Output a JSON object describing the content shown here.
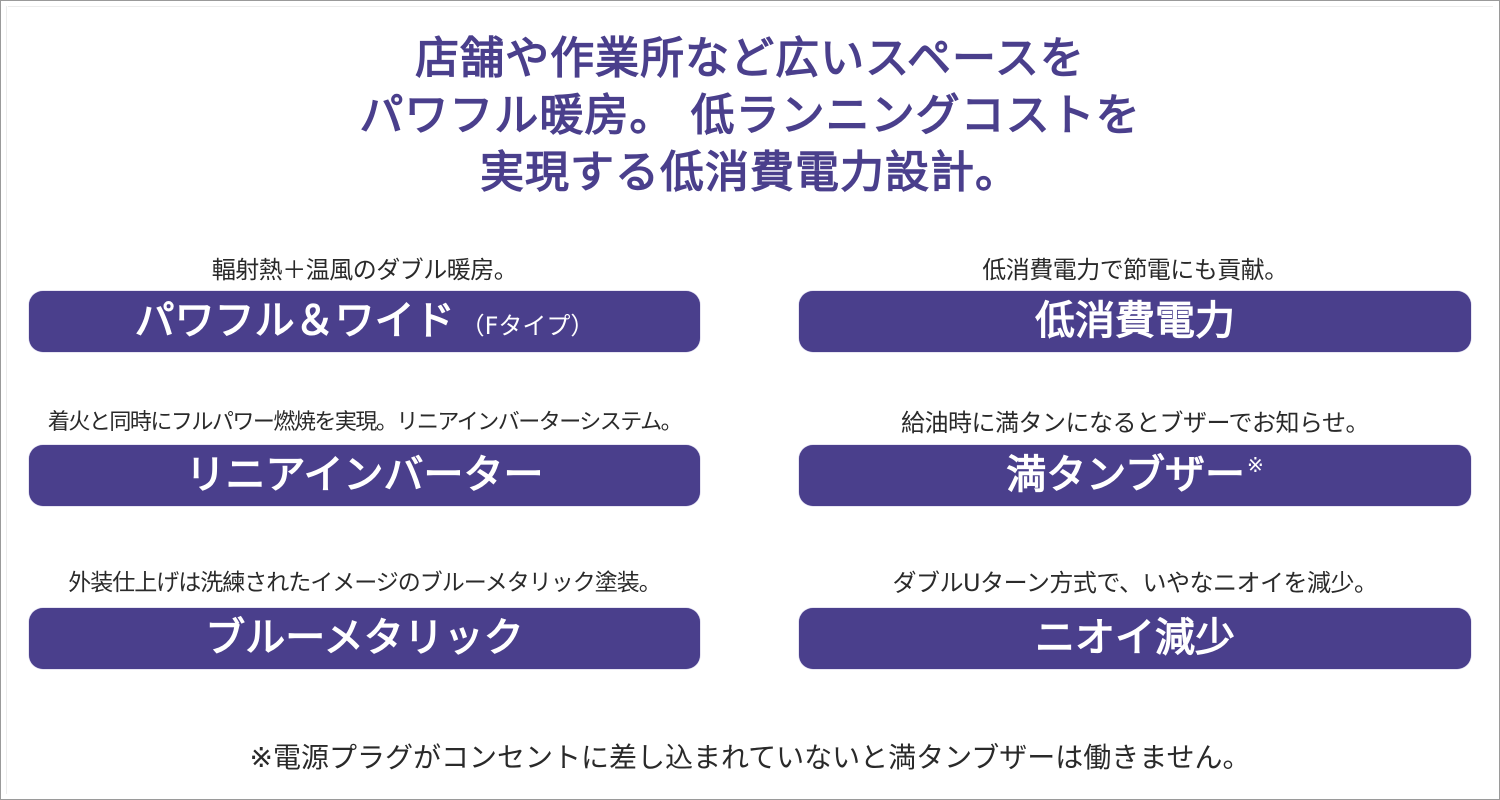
{
  "headline": {
    "lines": [
      "店舗や作業所など広いスペースを",
      "パワフル暖房。 低ランニングコストを",
      "実現する低消費電力設計。"
    ],
    "color": "#4a3f8c"
  },
  "features": [
    {
      "caption": "輻射熱＋温風のダブル暖房。",
      "label": "パワフル＆ワイド",
      "sub_label": "（Fタイプ）",
      "mark": ""
    },
    {
      "caption": "低消費電力で節電にも貢献。",
      "label": "低消費電力",
      "sub_label": "",
      "mark": ""
    },
    {
      "caption": "着火と同時にフルパワー燃焼を実現。リニアインバーターシステム。",
      "label": "リニアインバーター",
      "sub_label": "",
      "mark": ""
    },
    {
      "caption": "給油時に満タンになるとブザーでお知らせ。",
      "label": "満タンブザー",
      "sub_label": "",
      "mark": "※"
    },
    {
      "caption": "外装仕上げは洗練されたイメージのブルーメタリック塗装。",
      "label": "ブルーメタリック",
      "sub_label": "",
      "mark": ""
    },
    {
      "caption": "ダブルUターン方式で、いやなニオイを減少。",
      "label": "ニオイ減少",
      "sub_label": "",
      "mark": ""
    }
  ],
  "footnote": "※電源プラグがコンセントに差し込まれていないと満タンブザーは働きません。",
  "colors": {
    "pill_bg": "#4a3f8c",
    "pill_text": "#ffffff",
    "caption_text": "#2a2a2a"
  }
}
